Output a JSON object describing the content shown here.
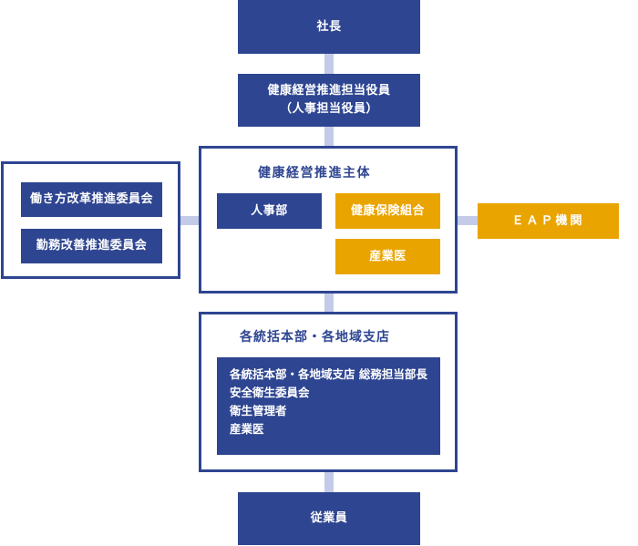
{
  "nodes": {
    "president": "社長",
    "health_officer_line1": "健康経営推進担当役員",
    "health_officer_line2": "（人事担当役員）",
    "committee_workstyle": "働き方改革推進委員会",
    "committee_labor": "勤務改善推進委員会",
    "main_body_title": "健康経営推進主体",
    "hr_department": "人事部",
    "health_insurance_association": "健康保険組合",
    "occupational_physician": "産業医",
    "eap": "ＥＡＰ機関",
    "branches_title": "各統括本部・各地域支店",
    "branches_items": [
      "各統括本部・各地域支店 総務担当部長",
      "安全衛生委員会",
      "衛生管理者",
      "産業医"
    ],
    "employees": "従業員"
  },
  "colors": {
    "navy": "#2e4591",
    "gold": "#eaa400",
    "connector": "#c3cbe8"
  }
}
